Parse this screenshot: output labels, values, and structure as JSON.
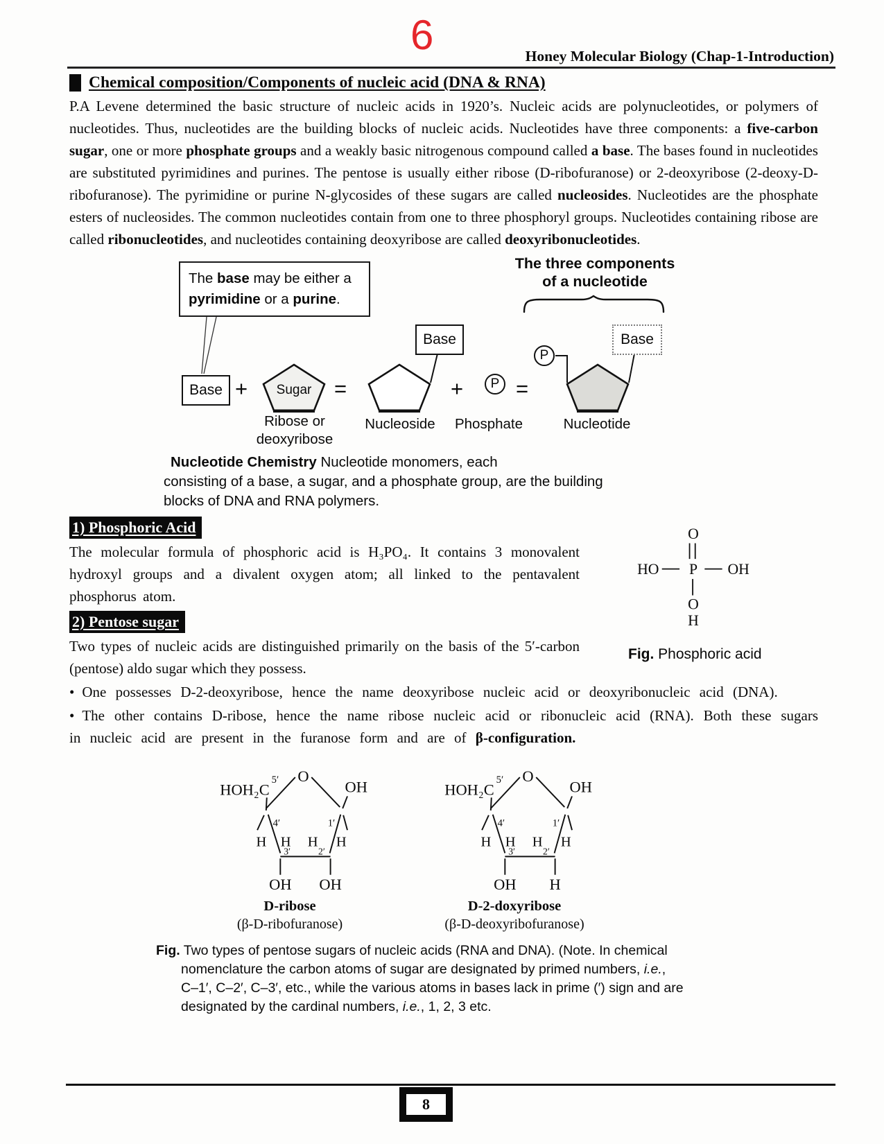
{
  "page": {
    "top_number": "6",
    "footer_number": "8",
    "accent_red": "#e5262b"
  },
  "header": {
    "right_title": "Honey Molecular Biology (Chap-1-Introduction)"
  },
  "main_heading": {
    "text": "Chemical composition/Components of nucleic acid (DNA & RNA)"
  },
  "intro": {
    "segments": [
      {
        "t": "P.A Levene determined the basic structure of nucleic acids in 1920’s. Nucleic acids are polynucleotides, or polymers of nucleotides. Thus, nucleotides are the building blocks of nucleic acids. Nucleotides have three components: a "
      },
      {
        "t": "five-carbon sugar",
        "b": true
      },
      {
        "t": ", one or more "
      },
      {
        "t": "phosphate groups",
        "b": true
      },
      {
        "t": " and a weakly basic nitrogenous compound called "
      },
      {
        "t": "a base",
        "b": true
      },
      {
        "t": ". The bases found in nucleotides are substituted pyrimidines and purines. The pentose is usually either ribose (D-ribofuranose) or 2-deoxyribose (2-deoxy-D-ribofuranose). The pyrimidine or purine N-glycosides of these sugars are called "
      },
      {
        "t": "nucleosides",
        "b": true
      },
      {
        "t": ". Nucleotides are the phosphate esters of nucleosides. The common nucleotides contain from one to three phosphoryl groups. Nucleotides containing ribose are called "
      },
      {
        "t": "ribonucleotides",
        "b": true
      },
      {
        "t": ", and nucleotides containing deoxyribose are called "
      },
      {
        "t": "deoxyribonucleotides",
        "b": true
      },
      {
        "t": "."
      }
    ]
  },
  "figure1": {
    "callout_segments": [
      {
        "t": "The "
      },
      {
        "t": "base",
        "b": true
      },
      {
        "t": " may be either a "
      },
      {
        "t": "pyrimidine",
        "b": true
      },
      {
        "t": " or a "
      },
      {
        "t": "purine",
        "b": true
      },
      {
        "t": "."
      }
    ],
    "title_line1": "The three components",
    "title_line2": "of a nucleotide",
    "base_label": "Base",
    "sugar_label": "Sugar",
    "plus_sign": "+",
    "equals_sign": "=",
    "phosphate_symbol": "P",
    "sugar_caption_line1": "Ribose or",
    "sugar_caption_line2": "deoxyribose",
    "nucleoside_label": "Nucleoside",
    "phosphate_label": "Phosphate",
    "nucleotide_label": "Nucleotide",
    "caption_line1_segments": [
      {
        "t": "Nucleotide Chemistry",
        "b": true
      },
      {
        "t": "   Nucleotide monomers, each"
      }
    ],
    "caption_line2": "consisting of a base, a sugar, and a phosphate group, are the building",
    "caption_line3": "blocks of DNA and RNA polymers."
  },
  "phosphoric": {
    "heading": "1) Phosphoric Acid",
    "paragraph": "The molecular formula of phosphoric acid is H₃PO₄. It contains 3 monovalent hydroxyl groups and a divalent oxygen atom; all linked to the pentavalent phosphorus atom.",
    "structure": {
      "top_o": "O",
      "ho": "HO",
      "p": "P",
      "oh": "OH",
      "bottom_o": "O",
      "bottom_h": "H"
    },
    "fig_label": "Fig.",
    "fig_caption": " Phosphoric acid"
  },
  "pentose": {
    "heading": "2) Pentose sugar",
    "paragraph": "Two types of nucleic acids are distinguished primarily on the basis of the 5′-carbon (pentose) aldo sugar which they possess.",
    "bullet_char": "•",
    "bullets": [
      {
        "segments": [
          {
            "t": "One possesses D-2-deoxyribose, hence the name deoxyribose nucleic acid or deoxyribonucleic acid (DNA)."
          }
        ]
      },
      {
        "segments": [
          {
            "t": "The other contains D-ribose, hence the name ribose nucleic acid or ribonucleic acid (RNA). Both these sugars in nucleic acid are present in the furanose form and are of "
          },
          {
            "t": "β-configuration.",
            "b": true
          }
        ]
      }
    ]
  },
  "figure2": {
    "sugars": [
      {
        "ch2oh": "HOH₂C",
        "c5_prime": "5′",
        "ring_o": "O",
        "oh_right": "OH",
        "c4_prime": "4′",
        "c1_prime": "1′",
        "h_outer_left": "H",
        "h_inner_left": "H",
        "h_inner_right": "H",
        "h_outer_right": "H",
        "c3_prime": "3′",
        "c2_prime": "2′",
        "bottom_left_group": "OH",
        "bottom_right_group": "OH",
        "name": "D-ribose",
        "alt_name": "(β-D-ribofuranose)"
      },
      {
        "ch2oh": "HOH₂C",
        "c5_prime": "5′",
        "ring_o": "O",
        "oh_right": "OH",
        "c4_prime": "4′",
        "c1_prime": "1′",
        "h_outer_left": "H",
        "h_inner_left": "H",
        "h_inner_right": "H",
        "h_outer_right": "H",
        "c3_prime": "3′",
        "c2_prime": "2′",
        "bottom_left_group": "OH",
        "bottom_right_group": "H",
        "name": "D-2-doxyribose",
        "alt_name": "(β-D-deoxyribofuranose)"
      }
    ],
    "caption_segments": [
      {
        "t": "Fig.",
        "b": true
      },
      {
        "t": " Two types of pentose sugars of nucleic acids (RNA and DNA). (Note. In chemical nomenclature the carbon atoms of sugar are designated by primed numbers, "
      },
      {
        "t": "i.e.",
        "i": true
      },
      {
        "t": ", C–1′, C–2′, C–3′, etc., while the various atoms in bases lack in prime (′) sign and are designated by the cardinal numbers, "
      },
      {
        "t": "i.e.",
        "i": true
      },
      {
        "t": ", 1, 2, 3 etc."
      }
    ]
  }
}
